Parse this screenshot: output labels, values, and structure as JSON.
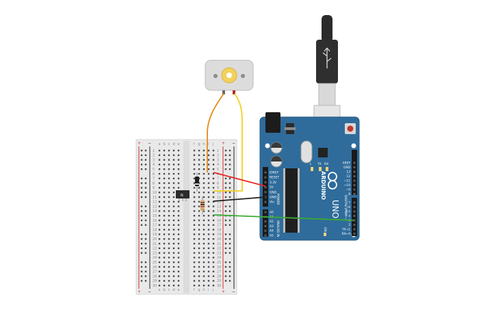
{
  "breadboard": {
    "col_left": [
      "a",
      "b",
      "c",
      "d",
      "e"
    ],
    "col_right": [
      "f",
      "g",
      "h",
      "i",
      "j"
    ],
    "rows": [
      "1",
      "2",
      "3",
      "4",
      "5",
      "6",
      "7",
      "8",
      "9",
      "10",
      "11",
      "12",
      "13",
      "14",
      "15",
      "16",
      "17",
      "18",
      "19",
      "20",
      "21",
      "22",
      "23",
      "24",
      "25",
      "26",
      "27",
      "28",
      "29",
      "30"
    ],
    "rail_plus": "+",
    "rail_minus": "−"
  },
  "arduino": {
    "brand": "ARDUINO",
    "model": "UNO",
    "power_header_label": "POWER",
    "analog_header_label": "ANALOG IN",
    "digital_header_label": "DIGITAL (PWM~)",
    "power_pins": [
      "IOREF",
      "RESET",
      "3.3V",
      "5V",
      "GND",
      "GND",
      "Vin"
    ],
    "analog_pins": [
      "A0",
      "A1",
      "A2",
      "A3",
      "A4",
      "A5"
    ],
    "digital_top": [
      "AREF",
      "GND",
      "13",
      "12",
      "~11",
      "~10",
      "~9",
      "8"
    ],
    "digital_bottom": [
      "7",
      "~6",
      "~5",
      "4",
      "~3",
      "2",
      "TX→1",
      "RX←0"
    ],
    "led_labels": [
      "L",
      "TX",
      "RX"
    ],
    "on_label": "ON"
  },
  "transistor": {
    "label": "N"
  },
  "colors": {
    "breadboard": "#e9e9e9",
    "arduino": "#2f6c9b",
    "wire_red": "#e3282b",
    "wire_black": "#1e1e1e",
    "wire_yellow": "#f2cf1f",
    "wire_orange": "#e88a1a",
    "wire_green": "#3aaa35"
  }
}
